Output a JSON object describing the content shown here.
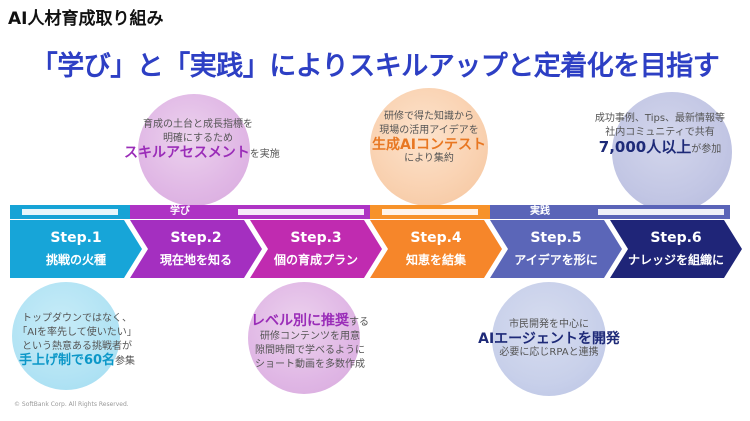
{
  "page": {
    "title": "AI人材育成取り組み",
    "headline": "「学び」と「実践」によりスキルアップと定着化を目指す",
    "copyright": "© SoftBank Corp. All Rights Reserved."
  },
  "phases": {
    "manabi": "学び",
    "jissen": "実践"
  },
  "steps": [
    {
      "label": "Step.1",
      "text": "挑戦の火種"
    },
    {
      "label": "Step.2",
      "text": "現在地を知る"
    },
    {
      "label": "Step.3",
      "text": "個の育成プラン"
    },
    {
      "label": "Step.4",
      "text": "知恵を結集"
    },
    {
      "label": "Step.5",
      "text": "アイデアを形に"
    },
    {
      "label": "Step.6",
      "text": "ナレッジを組織に"
    }
  ],
  "notes": {
    "step2": {
      "l1": "育成の土台と成長指標を",
      "l2": "明確にするため",
      "em": "スキルアセスメント",
      "tail": "を実施"
    },
    "step4": {
      "l1": "研修で得た知識から",
      "l2": "現場の活用アイデアを",
      "em": "生成AIコンテスト",
      "tail": "により集約"
    },
    "step6": {
      "l1": "成功事例、Tips、最新情報等",
      "l2": "社内コミュニティで共有",
      "em": "7,000人以上",
      "tail": "が参加"
    },
    "step1": {
      "l1": "トップダウンではなく、",
      "l2": "「AIを率先して使いたい」",
      "l3": "という熱意ある挑戦者が",
      "em": "手上げ制で60名",
      "tail": "参集"
    },
    "step3": {
      "em": "レベル別に推奨",
      "emtail": "する",
      "l1": "研修コンテンツを用意",
      "l2": "隙間時間で学べるように",
      "l3": "ショート動画を多数作成"
    },
    "step5": {
      "l1": "市民開発を中心に",
      "em": "AIエージェントを開発",
      "l2": "必要に応じRPAと連携"
    }
  },
  "colors": {
    "step1": "#17a5d8",
    "step2": "#a42fc0",
    "step3": "#c02bb0",
    "step4": "#f6862a",
    "step5": "#5b66b8",
    "step6": "#1f2578",
    "headline": "#2d3fc4"
  }
}
